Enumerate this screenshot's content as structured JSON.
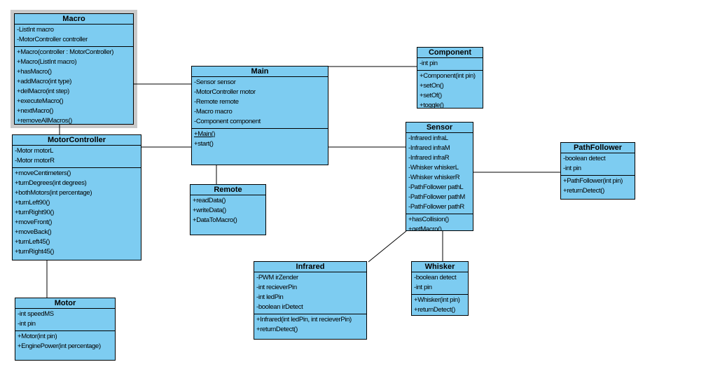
{
  "diagram": {
    "background_color": "#FFFFFF",
    "box_fill_color": "#7DCCF1",
    "box_border_color": "#000000",
    "selection_frame_color": "#C9C9C9",
    "classes": [
      {
        "id": "macro",
        "name": "Macro",
        "selected": true,
        "attributes": [
          "-ListInt macro",
          "-MotorController controller"
        ],
        "methods": [
          "+Macro(controller : MotorController)",
          "+Macro(ListInt macro)",
          "+hasMacro()",
          "+addMacro(int type)",
          "+delMacro(int step)",
          "+executeMacro()",
          "+nextMacro()",
          "+removeAllMacros()"
        ],
        "underlined_methods": []
      },
      {
        "id": "motorcontroller",
        "name": "MotorController",
        "selected": false,
        "attributes": [
          "-Motor motorL",
          "-Motor motorR"
        ],
        "methods": [
          "+moveCentimeters()",
          "+turnDegrees(int degrees)",
          "+bothMotors(int percentage)",
          "+turnLeft90()",
          "+turnRight90()",
          "+moveFront()",
          "+moveBack()",
          "+turnLeft45()",
          "+turnRight45()"
        ],
        "underlined_methods": []
      },
      {
        "id": "motor",
        "name": "Motor",
        "selected": false,
        "attributes": [
          "-int speedMS",
          "-int pin"
        ],
        "methods": [
          "+Motor(int pin)",
          "+EnginePower(int percentage)"
        ],
        "underlined_methods": []
      },
      {
        "id": "main",
        "name": "Main",
        "selected": false,
        "attributes": [
          "-Sensor sensor",
          "-MotorController motor",
          "-Remote remote",
          "-Macro macro",
          "-Component component"
        ],
        "methods": [
          "+Main()",
          "+start()"
        ],
        "underlined_methods": [
          "+Main()"
        ]
      },
      {
        "id": "remote",
        "name": "Remote",
        "selected": false,
        "attributes": [],
        "methods": [
          "+readData()",
          "+writeData()",
          "+DataToMacro()"
        ],
        "underlined_methods": []
      },
      {
        "id": "component",
        "name": "Component",
        "selected": false,
        "attributes": [
          "-int pin"
        ],
        "methods": [
          "+Component(int pin)",
          "+setOn()",
          "+setOf()",
          "+toggle()"
        ],
        "underlined_methods": []
      },
      {
        "id": "sensor",
        "name": "Sensor",
        "selected": false,
        "attributes": [
          "-Infrared infraL",
          "-Infrared infraM",
          "-Infrared infraR",
          "-Whisker whiskerL",
          "-Whisker whiskerR",
          "-PathFollower pathL",
          "-PathFollower pathM",
          "-PathFollower pathR"
        ],
        "methods": [
          "+hasCollision()",
          "+getMacro()"
        ],
        "underlined_methods": []
      },
      {
        "id": "pathfollower",
        "name": "PathFollower",
        "selected": false,
        "attributes": [
          "-boolean detect",
          "-int pin"
        ],
        "methods": [
          "+PathFollower(int pin)",
          "+returnDetect()"
        ],
        "underlined_methods": []
      },
      {
        "id": "infrared",
        "name": "Infrared",
        "selected": false,
        "attributes": [
          "-PWM irZender",
          "-int recieverPin",
          "-int ledPin",
          "-boolean irDetect"
        ],
        "methods": [
          "+Infrared(int ledPin, int recieverPin)",
          "+returnDetect()"
        ],
        "underlined_methods": []
      },
      {
        "id": "whisker",
        "name": "Whisker",
        "selected": false,
        "attributes": [
          "-boolean detect",
          "-int pin"
        ],
        "methods": [
          "+Whisker(int pin)",
          "+returnDetect()"
        ],
        "underlined_methods": []
      }
    ],
    "relationships": [
      {
        "id": "macro-motorcontroller",
        "from": "Macro",
        "to": "MotorController"
      },
      {
        "id": "macro-main",
        "from": "Macro",
        "to": "Main"
      },
      {
        "id": "motorcontroller-main",
        "from": "MotorController",
        "to": "Main"
      },
      {
        "id": "motorcontroller-motor",
        "from": "MotorController",
        "to": "Motor"
      },
      {
        "id": "main-remote",
        "from": "Main",
        "to": "Remote"
      },
      {
        "id": "main-component",
        "from": "Main",
        "to": "Component"
      },
      {
        "id": "main-sensor",
        "from": "Main",
        "to": "Sensor"
      },
      {
        "id": "sensor-pathfollower",
        "from": "Sensor",
        "to": "PathFollower"
      },
      {
        "id": "sensor-whisker",
        "from": "Sensor",
        "to": "Whisker"
      },
      {
        "id": "sensor-infrared",
        "from": "Sensor",
        "to": "Infrared"
      }
    ]
  }
}
